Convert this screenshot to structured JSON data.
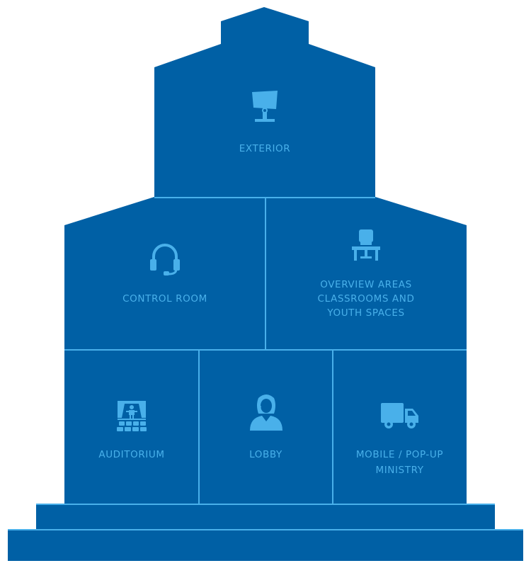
{
  "colors": {
    "building": "#0060a5",
    "divider": "#49b0ea",
    "text": "#49b0ea",
    "background": "#ffffff"
  },
  "zones": {
    "exterior": {
      "label": "EXTERIOR",
      "icon": "security-camera-icon"
    },
    "control_room": {
      "label": "CONTROL ROOM",
      "icon": "headset-icon"
    },
    "overview_areas": {
      "line1": "OVERVIEW AREAS",
      "line2": "CLASSROOMS AND",
      "line3": "YOUTH SPACES",
      "icon": "desk-chair-icon"
    },
    "auditorium": {
      "label": "AUDITORIUM",
      "icon": "stage-seating-icon"
    },
    "lobby": {
      "label": "LOBBY",
      "icon": "receptionist-icon"
    },
    "mobile_ministry": {
      "line1": "MOBILE / POP-UP",
      "line2": "MINISTRY",
      "icon": "delivery-truck-icon"
    }
  }
}
